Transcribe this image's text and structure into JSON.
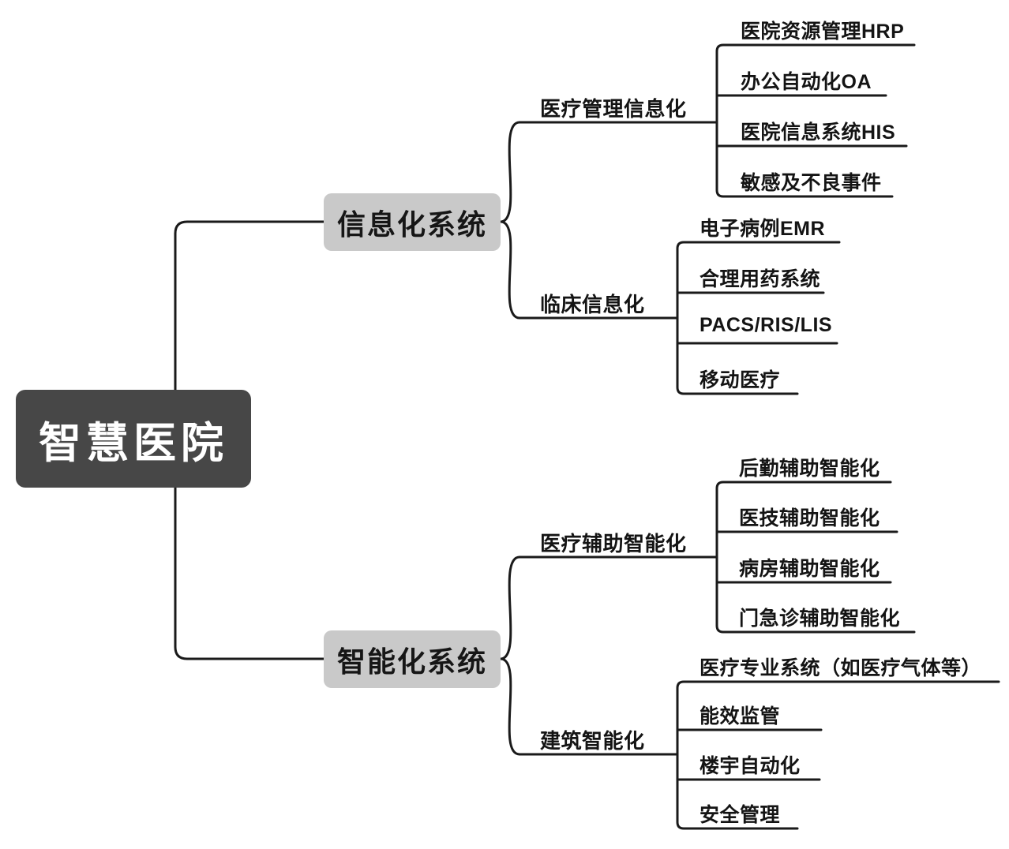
{
  "diagram": {
    "title_hidden": "",
    "root": {
      "label": "智慧医院"
    },
    "branches": [
      {
        "label": "信息化系统",
        "children": [
          {
            "label": "医疗管理信息化",
            "children": [
              {
                "label": "医院资源管理HRP"
              },
              {
                "label": "办公自动化OA"
              },
              {
                "label": "医院信息系统HIS"
              },
              {
                "label": "敏感及不良事件"
              }
            ]
          },
          {
            "label": "临床信息化",
            "children": [
              {
                "label": "电子病例EMR"
              },
              {
                "label": "合理用药系统"
              },
              {
                "label": "PACS/RIS/LIS"
              },
              {
                "label": "移动医疗"
              }
            ]
          }
        ]
      },
      {
        "label": "智能化系统",
        "children": [
          {
            "label": "医疗辅助智能化",
            "children": [
              {
                "label": "后勤辅助智能化"
              },
              {
                "label": "医技辅助智能化"
              },
              {
                "label": "病房辅助智能化"
              },
              {
                "label": "门急诊辅助智能化"
              }
            ]
          },
          {
            "label": "建筑智能化",
            "children": [
              {
                "label": "医疗专业系统（如医疗气体等）"
              },
              {
                "label": "能效监管"
              },
              {
                "label": "楼宇自动化"
              },
              {
                "label": "安全管理"
              }
            ]
          }
        ]
      }
    ],
    "colors": {
      "root_bg": "#474747",
      "root_text": "#ffffff",
      "branch_bg": "#c9c9c9",
      "line": "#1a1a1a",
      "text": "#141414",
      "background": "#ffffff"
    }
  }
}
